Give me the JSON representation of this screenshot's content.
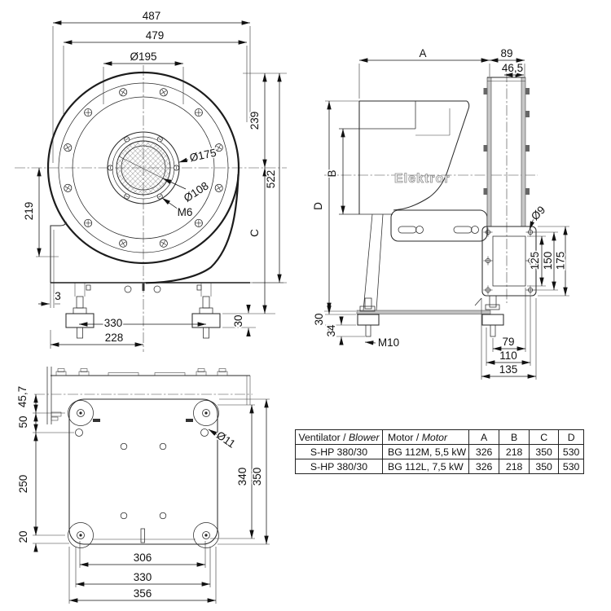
{
  "front": {
    "d487": "487",
    "d479": "479",
    "d195": "Ø195",
    "d175": "Ø175",
    "d108": "Ø108",
    "m6": "M6",
    "d239": "239",
    "d522": "522",
    "c": "C",
    "d219": "219",
    "d3": "3",
    "d330": "330",
    "d228": "228",
    "d30": "30"
  },
  "side": {
    "a": "A",
    "d89": "89",
    "d465": "46,5",
    "b": "B",
    "d": "D",
    "brand": "Elektror",
    "d9": "Ø9",
    "d125": "125",
    "d150": "150",
    "d175": "175",
    "d30": "30",
    "d34": "34",
    "m10": "M10",
    "d79": "79",
    "d110": "110",
    "d135": "135"
  },
  "bottom": {
    "d457": "45,7",
    "d50": "50",
    "d250": "250",
    "d20": "20",
    "d11": "Ø11",
    "d340": "340",
    "d350": "350",
    "d306": "306",
    "d330": "330",
    "d356": "356"
  },
  "table": {
    "headers": {
      "ventilator_a": "Ventilator / ",
      "ventilator_b": "Blower",
      "motor_a": "Motor / ",
      "motor_b": "Motor",
      "a": "A",
      "b": "B",
      "c": "C",
      "d": "D"
    },
    "rows": [
      [
        "S-HP 380/30",
        "BG 112M, 5,5 kW",
        "326",
        "218",
        "350",
        "530"
      ],
      [
        "S-HP 380/30",
        "BG 112L, 7,5 kW",
        "326",
        "218",
        "350",
        "530"
      ]
    ]
  }
}
